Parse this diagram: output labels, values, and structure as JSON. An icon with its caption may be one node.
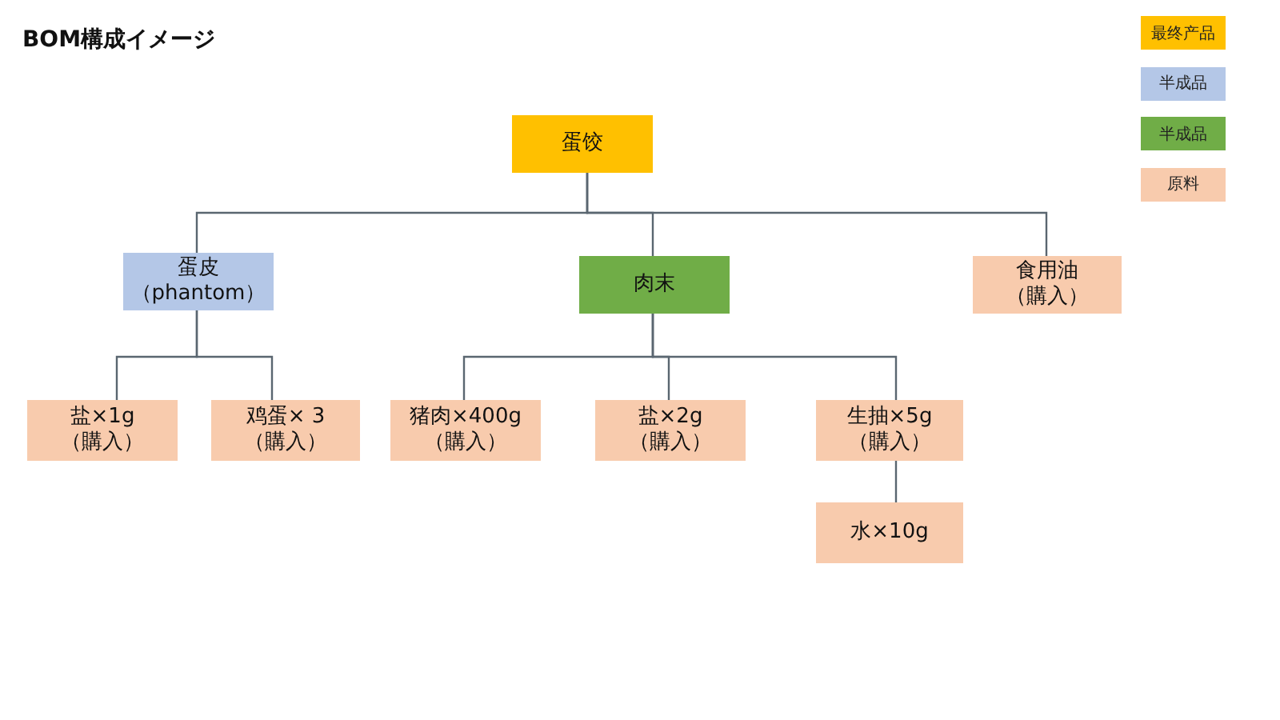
{
  "diagram": {
    "title": "BOM構成イメージ",
    "nodes": [
      {
        "text": [
          "蛋饺"
        ]
      },
      {
        "text": [
          "蛋皮",
          "（phantom）"
        ]
      },
      {
        "text": [
          "肉末"
        ]
      },
      {
        "text": [
          "食用油",
          "（購入）"
        ]
      },
      {
        "text": [
          "盐×1g",
          "（購入）"
        ]
      },
      {
        "text": [
          "鸡蛋× 3",
          "（購入）"
        ]
      },
      {
        "text": [
          "猪肉×400g",
          "（購入）"
        ]
      },
      {
        "text": [
          "盐×2g",
          "（購入）"
        ]
      },
      {
        "text": [
          "生抽×5g",
          "（購入）"
        ]
      },
      {
        "text": [
          "水×10g"
        ]
      }
    ],
    "edges": [
      {
        "from": 0,
        "to": 1,
        "arrow": "none"
      },
      {
        "from": 0,
        "to": 2,
        "arrow": "none"
      },
      {
        "from": 0,
        "to": 3,
        "arrow": "none"
      },
      {
        "from": 1,
        "to": 4,
        "arrow": "none"
      },
      {
        "from": 1,
        "to": 5,
        "arrow": "none"
      },
      {
        "from": 2,
        "to": 6,
        "arrow": "none"
      },
      {
        "from": 2,
        "to": 7,
        "arrow": "none"
      },
      {
        "from": 2,
        "to": 8,
        "arrow": "none"
      },
      {
        "from": 8,
        "to": 9,
        "arrow": "none"
      }
    ],
    "legend": [
      {
        "text": "最终产品",
        "color": "#ffc000"
      },
      {
        "text": "半成品",
        "color": "#b4c7e7"
      },
      {
        "text": "半成品",
        "color": "#70ad47"
      },
      {
        "text": "原料",
        "color": "#f8cbad"
      }
    ]
  }
}
